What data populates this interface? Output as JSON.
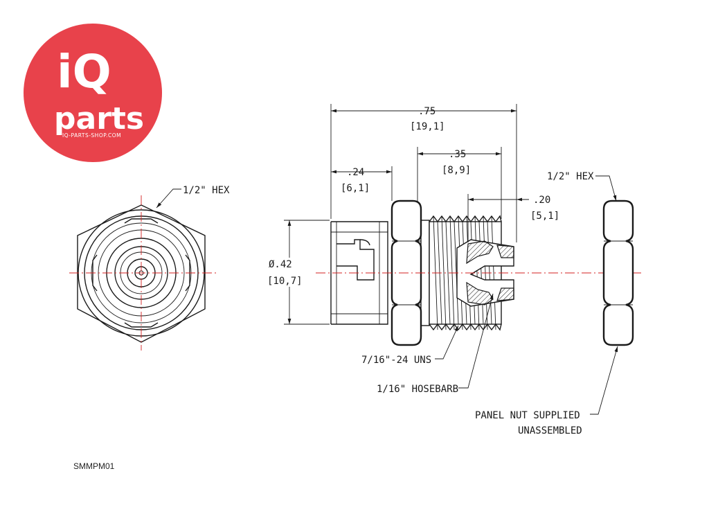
{
  "logo": {
    "brand_main": "iQ",
    "brand_sub": "parts",
    "url": "IQ-PARTS-SHOP.COM",
    "color": "#e8424b"
  },
  "part_code": "SMMPM01",
  "dimensions": {
    "overall_length_in": ".75",
    "overall_length_mm": "[19,1]",
    "thread_length_in": ".35",
    "thread_length_mm": "[8,9]",
    "body_length_in": ".24",
    "body_length_mm": "[6,1]",
    "barb_length_in": ".20",
    "barb_length_mm": "[5,1]",
    "diameter_in": "Ø.42",
    "diameter_mm": "[10,7]"
  },
  "labels": {
    "hex_front": "1/2\" HEX",
    "hex_nut": "1/2\" HEX",
    "thread": "7/16\"-24 UNS",
    "hosebarb": "1/16\" HOSEBARB",
    "panel_nut_line1": "PANEL NUT SUPPLIED",
    "panel_nut_line2": "UNASSEMBLED"
  },
  "colors": {
    "centerline": "#d32020",
    "line": "#1a1a1a"
  }
}
